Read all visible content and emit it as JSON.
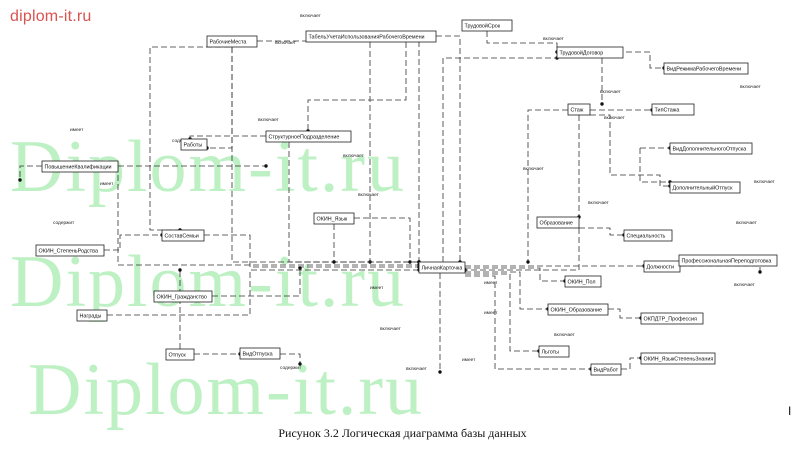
{
  "brand": "diplom-it.ru",
  "watermark": [
    "Diplom-it.ru",
    "Diplom-it.ru",
    "Diplom-it.ru"
  ],
  "caption": "Рисунок 3.2 Логическая диаграмма базы данных",
  "page_marker": "I",
  "entities": [
    {
      "key": "rabochie_mesta",
      "label": "РабочиеМеста"
    },
    {
      "key": "tabel",
      "label": "ТабельУчетаИспользованияРабочегоВремени"
    },
    {
      "key": "trudovoi_srok",
      "label": "ТрудовойСрок"
    },
    {
      "key": "trudovoi_dogovor",
      "label": "ТрудовойДоговор"
    },
    {
      "key": "vid_rezhima",
      "label": "ВидРежимаРабочегоВремени"
    },
    {
      "key": "tip_stazha",
      "label": "ТипСтажа"
    },
    {
      "key": "stazh",
      "label": "Стаж"
    },
    {
      "key": "strukt_podr",
      "label": "СтруктурноеПодразделение"
    },
    {
      "key": "raboty",
      "label": "Работы"
    },
    {
      "key": "povyshenie",
      "label": "ПовышениеКвалификации"
    },
    {
      "key": "vid_dop_otpuska",
      "label": "ВидДополнительногоОтпуска"
    },
    {
      "key": "dop_otpusk",
      "label": "ДополнительныйОтпуск"
    },
    {
      "key": "okin_yazyk",
      "label": "ОКИН_Язык"
    },
    {
      "key": "obrazovanie",
      "label": "Образование"
    },
    {
      "key": "specialnost",
      "label": "Специальность"
    },
    {
      "key": "sostav_semi",
      "label": "СоставСемьи"
    },
    {
      "key": "okin_rodstvo",
      "label": "ОКИН_СтепеньРодства"
    },
    {
      "key": "lichnaya_kartochka",
      "label": "ЛичнаяКарточка"
    },
    {
      "key": "dolzhnosti",
      "label": "Должности"
    },
    {
      "key": "prof_perepodg",
      "label": "ПрофессиональнаяПереподготовка"
    },
    {
      "key": "okin_pol",
      "label": "ОКИН_Пол"
    },
    {
      "key": "okin_grazhd",
      "label": "ОКИН_Гражданство"
    },
    {
      "key": "okin_obraz",
      "label": "ОКИН_Образование"
    },
    {
      "key": "nagrady",
      "label": "Награды"
    },
    {
      "key": "okpdtr",
      "label": "ОКПДТР_Профессия"
    },
    {
      "key": "lgoty",
      "label": "Льготы"
    },
    {
      "key": "otpusk",
      "label": "Отпуск"
    },
    {
      "key": "vid_otpuska",
      "label": "ВидОтпуска"
    },
    {
      "key": "okin_yazyk_step",
      "label": "ОКИН_ЯзыкСтепеньЗнания"
    },
    {
      "key": "vid_rabot",
      "label": "ВидРабот"
    }
  ],
  "relationship_labels": [
    {
      "key": "r1",
      "text": "включает"
    },
    {
      "key": "r2",
      "text": "включает"
    },
    {
      "key": "r3",
      "text": "включает"
    },
    {
      "key": "r4",
      "text": "включает"
    },
    {
      "key": "r5",
      "text": "включает"
    },
    {
      "key": "r6",
      "text": "включает"
    },
    {
      "key": "r7",
      "text": "имеет"
    },
    {
      "key": "r8",
      "text": "содер"
    },
    {
      "key": "r9",
      "text": "включает"
    },
    {
      "key": "r10",
      "text": "включает"
    },
    {
      "key": "r11",
      "text": "включает"
    },
    {
      "key": "r12",
      "text": "включает"
    },
    {
      "key": "r13",
      "text": "содержит"
    },
    {
      "key": "r14",
      "text": "включает"
    },
    {
      "key": "r15",
      "text": "включает"
    },
    {
      "key": "r16",
      "text": "имеет"
    },
    {
      "key": "r17",
      "text": "включает"
    },
    {
      "key": "r18",
      "text": "имеет"
    },
    {
      "key": "r19",
      "text": "имеет"
    },
    {
      "key": "r20",
      "text": "имеет"
    },
    {
      "key": "r21",
      "text": "включает"
    },
    {
      "key": "r22",
      "text": "включает"
    },
    {
      "key": "r23",
      "text": "содержит"
    },
    {
      "key": "r24",
      "text": "имеет"
    },
    {
      "key": "r25",
      "text": "включает"
    },
    {
      "key": "r26",
      "text": "включает"
    }
  ]
}
